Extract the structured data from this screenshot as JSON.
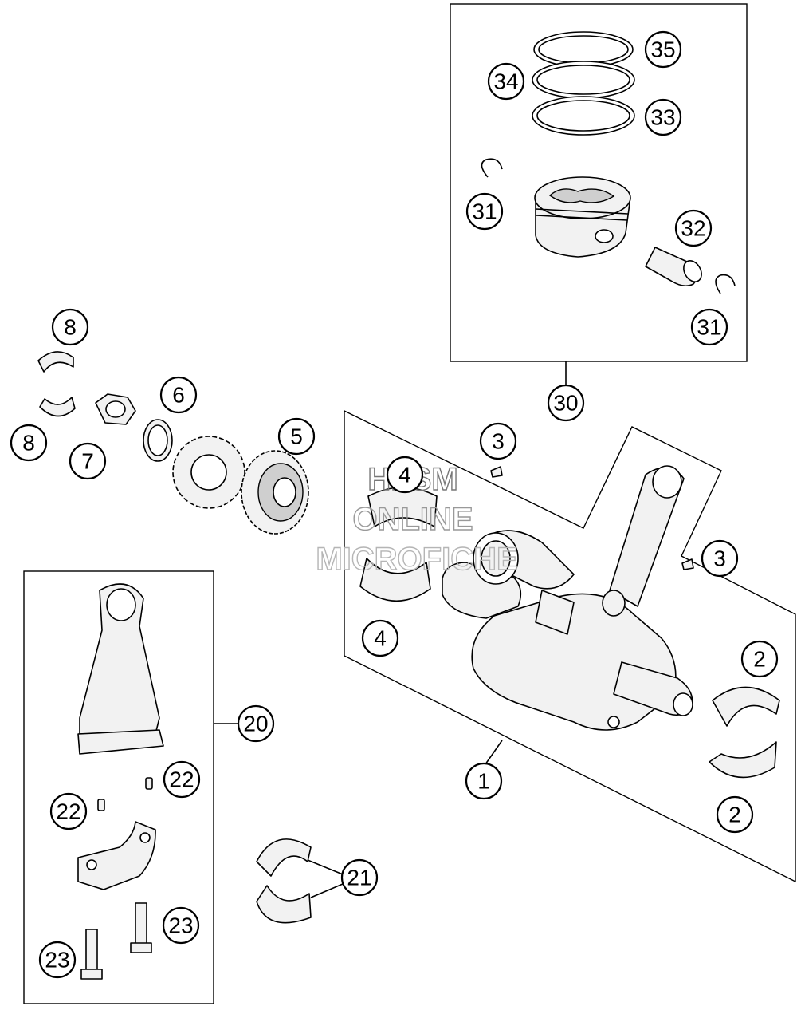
{
  "watermark": {
    "lines": [
      "HLSM",
      "ONLINE",
      "MICROFICHE"
    ],
    "color": "#b5b5b5"
  },
  "callouts": {
    "c1": "1",
    "c2a": "2",
    "c2b": "2",
    "c3a": "3",
    "c3b": "3",
    "c4a": "4",
    "c4b": "4",
    "c5": "5",
    "c6": "6",
    "c7": "7",
    "c8a": "8",
    "c8b": "8",
    "c20": "20",
    "c21": "21",
    "c22a": "22",
    "c22b": "22",
    "c23a": "23",
    "c23b": "23",
    "c30": "30",
    "c31a": "31",
    "c31b": "31",
    "c32": "32",
    "c33": "33",
    "c34": "34",
    "c35": "35"
  }
}
